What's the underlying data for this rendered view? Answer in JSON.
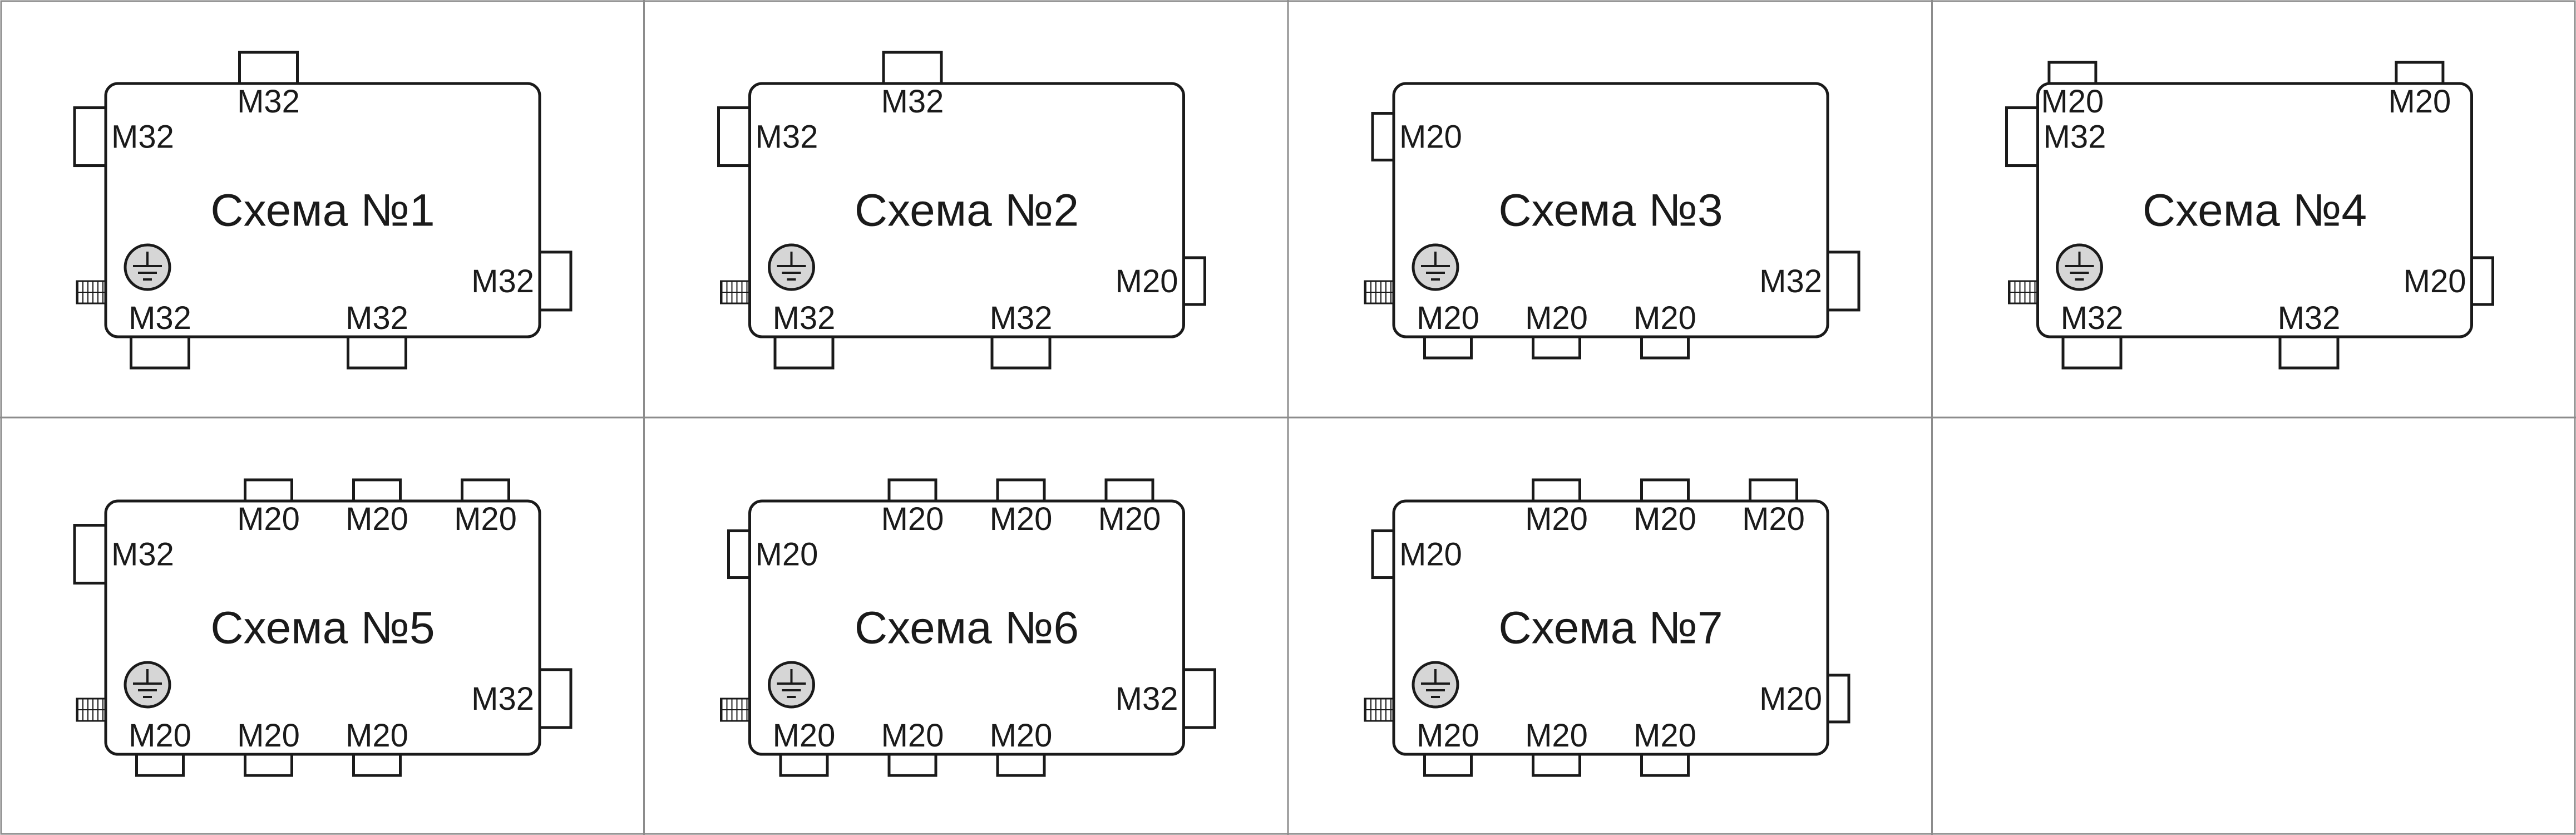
{
  "diagrams": [
    {
      "title": "Схема №1",
      "entries": [
        {
          "side": "top",
          "pos": 0.375,
          "size": "M32"
        },
        {
          "side": "left",
          "pos": 0.21,
          "size": "M32"
        },
        {
          "side": "right",
          "pos": 0.78,
          "size": "M32"
        },
        {
          "side": "bottom",
          "pos": 0.125,
          "size": "M32"
        },
        {
          "side": "bottom",
          "pos": 0.625,
          "size": "M32"
        }
      ]
    },
    {
      "title": "Схема №2",
      "entries": [
        {
          "side": "top",
          "pos": 0.375,
          "size": "M32"
        },
        {
          "side": "left",
          "pos": 0.21,
          "size": "M32"
        },
        {
          "side": "right",
          "pos": 0.78,
          "size": "M20"
        },
        {
          "side": "bottom",
          "pos": 0.125,
          "size": "M32"
        },
        {
          "side": "bottom",
          "pos": 0.625,
          "size": "M32"
        }
      ]
    },
    {
      "title": "Схема №3",
      "entries": [
        {
          "side": "left",
          "pos": 0.21,
          "size": "M20"
        },
        {
          "side": "right",
          "pos": 0.78,
          "size": "M32"
        },
        {
          "side": "bottom",
          "pos": 0.125,
          "size": "M20"
        },
        {
          "side": "bottom",
          "pos": 0.375,
          "size": "M20"
        },
        {
          "side": "bottom",
          "pos": 0.625,
          "size": "M20"
        }
      ]
    },
    {
      "title": "Схема №4",
      "entries": [
        {
          "side": "top",
          "pos": 0.08,
          "size": "M20"
        },
        {
          "side": "top",
          "pos": 0.88,
          "size": "M20"
        },
        {
          "side": "left",
          "pos": 0.21,
          "size": "M32"
        },
        {
          "side": "right",
          "pos": 0.78,
          "size": "M20"
        },
        {
          "side": "bottom",
          "pos": 0.125,
          "size": "M32"
        },
        {
          "side": "bottom",
          "pos": 0.625,
          "size": "M32"
        }
      ]
    },
    {
      "title": "Схема №5",
      "entries": [
        {
          "side": "top",
          "pos": 0.375,
          "size": "M20"
        },
        {
          "side": "top",
          "pos": 0.625,
          "size": "M20"
        },
        {
          "side": "top",
          "pos": 0.875,
          "size": "M20"
        },
        {
          "side": "left",
          "pos": 0.21,
          "size": "M32"
        },
        {
          "side": "right",
          "pos": 0.78,
          "size": "M32"
        },
        {
          "side": "bottom",
          "pos": 0.125,
          "size": "M20"
        },
        {
          "side": "bottom",
          "pos": 0.375,
          "size": "M20"
        },
        {
          "side": "bottom",
          "pos": 0.625,
          "size": "M20"
        }
      ]
    },
    {
      "title": "Схема №6",
      "entries": [
        {
          "side": "top",
          "pos": 0.375,
          "size": "M20"
        },
        {
          "side": "top",
          "pos": 0.625,
          "size": "M20"
        },
        {
          "side": "top",
          "pos": 0.875,
          "size": "M20"
        },
        {
          "side": "left",
          "pos": 0.21,
          "size": "M20"
        },
        {
          "side": "right",
          "pos": 0.78,
          "size": "M32"
        },
        {
          "side": "bottom",
          "pos": 0.125,
          "size": "M20"
        },
        {
          "side": "bottom",
          "pos": 0.375,
          "size": "M20"
        },
        {
          "side": "bottom",
          "pos": 0.625,
          "size": "M20"
        }
      ]
    },
    {
      "title": "Схема №7",
      "entries": [
        {
          "side": "top",
          "pos": 0.375,
          "size": "M20"
        },
        {
          "side": "top",
          "pos": 0.625,
          "size": "M20"
        },
        {
          "side": "top",
          "pos": 0.875,
          "size": "M20"
        },
        {
          "side": "left",
          "pos": 0.21,
          "size": "M20"
        },
        {
          "side": "right",
          "pos": 0.78,
          "size": "M20"
        },
        {
          "side": "bottom",
          "pos": 0.125,
          "size": "M20"
        },
        {
          "side": "bottom",
          "pos": 0.375,
          "size": "M20"
        },
        {
          "side": "bottom",
          "pos": 0.625,
          "size": "M20"
        }
      ]
    }
  ],
  "colors": {
    "line": "#1a1a1a",
    "grid": "#8c8c8c",
    "ground_fill": "#d6d6d6",
    "background": "#ffffff"
  },
  "icons": {
    "ground": "ground-symbol-icon",
    "terminal": "earth-terminal-bolt-icon"
  }
}
